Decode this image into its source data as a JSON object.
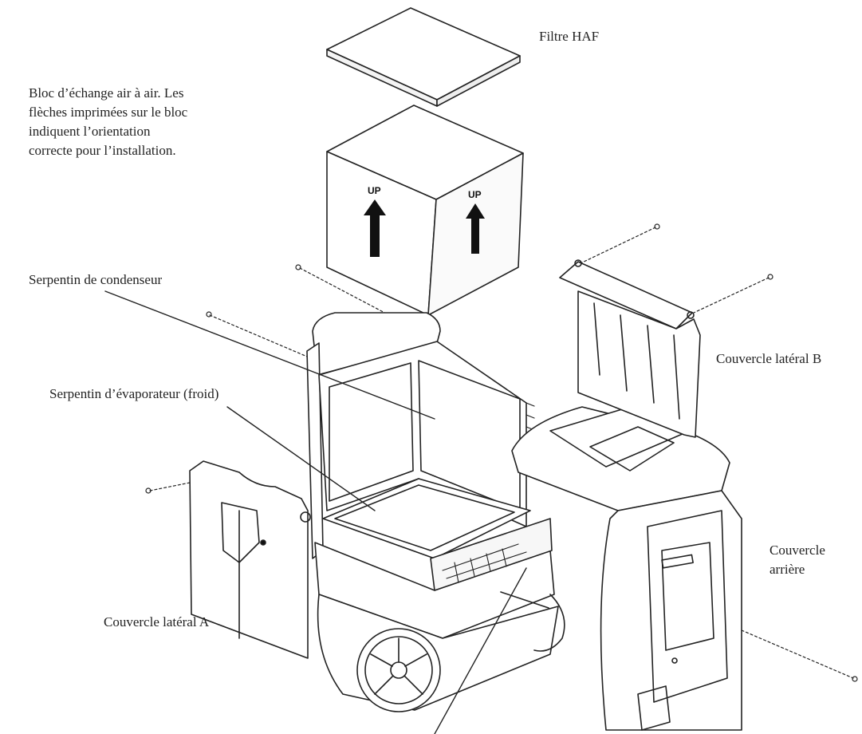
{
  "labels": {
    "haf_filter": "Filtre HAF",
    "exchange_block": "Bloc d’échange air à air. Les\nflèches imprimées sur le bloc\nindiquent l’orientation\ncorrecte pour l’installation.",
    "condenser_coil": "Serpentin de condenseur",
    "evaporator_coil": "Serpentin d’évaporateur (froid)",
    "side_cover_b": "Couvercle latéral B",
    "rear_cover": "Couvercle\narrière",
    "side_cover_a": "Couvercle latéral A"
  },
  "block_markings": {
    "left_face": "UP",
    "right_face": "UP"
  }
}
